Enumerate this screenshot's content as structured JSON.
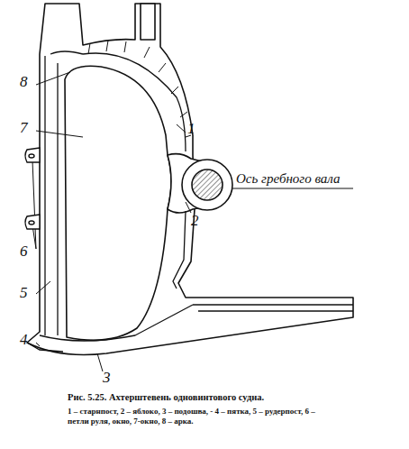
{
  "diagram": {
    "caption": "Рис. 5.25. Ахтерштевень одновинтового судна.",
    "labels": [
      "8",
      "7",
      "1",
      "Ось гребного вала",
      "2",
      "6",
      "5",
      "4",
      "3",
      "1 – старнпост, 2 – яблоко, 3 – подошва, - 4 – пятка, 5 – рудерпост, 6 – петли руля, окно, 7-окно, 8 – арка."
    ]
  }
}
